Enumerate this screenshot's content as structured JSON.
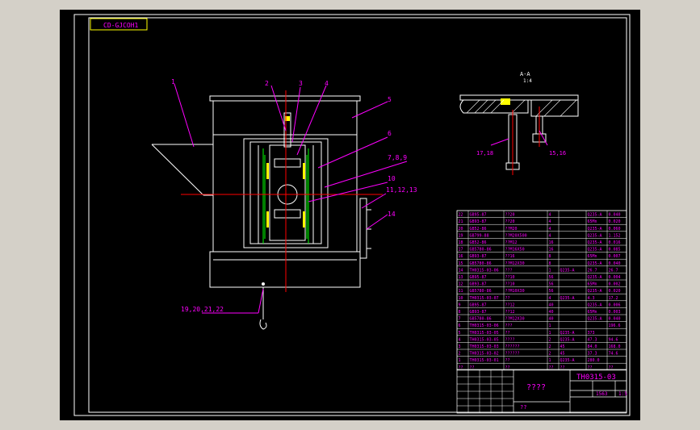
{
  "drawing": {
    "code_label": "CD-GJCOH1",
    "section_label": "A-A",
    "section_scale": "1:4",
    "title_text": "????",
    "drawing_number": "TH0315-03",
    "bottom_small": "??",
    "scale_value": "1:5",
    "weight_value": "1563"
  },
  "callouts": [
    {
      "id": "c1",
      "text": "1"
    },
    {
      "id": "c2",
      "text": "2"
    },
    {
      "id": "c3",
      "text": "3"
    },
    {
      "id": "c4",
      "text": "4"
    },
    {
      "id": "c5",
      "text": "5"
    },
    {
      "id": "c6",
      "text": "6"
    },
    {
      "id": "c789",
      "text": "7,8,9"
    },
    {
      "id": "c10",
      "text": "10"
    },
    {
      "id": "c111213",
      "text": "11,12,13"
    },
    {
      "id": "c14",
      "text": "14"
    },
    {
      "id": "c19",
      "text": "19,20,21,22"
    },
    {
      "id": "c1718",
      "text": "17,18"
    },
    {
      "id": "c1516",
      "text": "15,16"
    }
  ],
  "bom": [
    {
      "no": "22",
      "code": "GB95-87",
      "name": "??20",
      "qty": "4",
      "mat": "",
      "w": "Q235-A",
      "r": "0.040"
    },
    {
      "no": "21",
      "code": "GB93-87",
      "name": "??20",
      "qty": "4",
      "mat": "",
      "w": "65Mn",
      "r": "0.020"
    },
    {
      "no": "20",
      "code": "GB52-86",
      "name": "??M20",
      "qty": "4",
      "mat": "",
      "w": "Q235-A",
      "r": "0.060"
    },
    {
      "no": "19",
      "code": "GB799-88",
      "name": "??M20X500",
      "qty": "4",
      "mat": "",
      "w": "Q235-A",
      "r": "1.152"
    },
    {
      "no": "18",
      "code": "GB52-86",
      "name": "??M12",
      "qty": "16",
      "mat": "",
      "w": "Q235-A",
      "r": "0.016"
    },
    {
      "no": "17",
      "code": "GB5780-86",
      "name": "??M16X50",
      "qty": "16",
      "mat": "",
      "w": "Q235-A",
      "r": "0.085"
    },
    {
      "no": "16",
      "code": "GB93-87",
      "name": "??16",
      "qty": "8",
      "mat": "",
      "w": "65Mn",
      "r": "0.007"
    },
    {
      "no": "15",
      "code": "GB5780-86",
      "name": "??M12X30",
      "qty": "8",
      "mat": "",
      "w": "Q235-A",
      "r": "0.040"
    },
    {
      "no": "14",
      "code": "TH0315-03-06",
      "name": "???",
      "qty": "1",
      "mat": "Q235-A",
      "w": "26.7",
      "r": "26.7"
    },
    {
      "no": "13",
      "code": "GB95-87",
      "name": "??10",
      "qty": "56",
      "mat": "",
      "w": "Q235-A",
      "r": "0.004"
    },
    {
      "no": "12",
      "code": "GB93-87",
      "name": "??10",
      "qty": "56",
      "mat": "",
      "w": "65Mn",
      "r": "0.002"
    },
    {
      "no": "11",
      "code": "GB5780-86",
      "name": "??M10X30",
      "qty": "56",
      "mat": "",
      "w": "Q235-A",
      "r": "0.020"
    },
    {
      "no": "10",
      "code": "TH0315-03-07",
      "name": "??",
      "qty": "4",
      "mat": "Q235-A",
      "w": "4.3",
      "r": "17.2"
    },
    {
      "no": "9",
      "code": "GB95-87",
      "name": "??12",
      "qty": "40",
      "mat": "",
      "w": "Q235-A",
      "r": "0.006"
    },
    {
      "no": "8",
      "code": "GB93-87",
      "name": "??12",
      "qty": "40",
      "mat": "",
      "w": "65Mn",
      "r": "0.003"
    },
    {
      "no": "7",
      "code": "GB5780-86",
      "name": "??M12X30",
      "qty": "40",
      "mat": "",
      "w": "Q235-A",
      "r": "0.040"
    },
    {
      "no": "6",
      "code": "TH0315-03-06",
      "name": "???",
      "qty": "1",
      "mat": "",
      "w": "",
      "r": "196.6"
    },
    {
      "no": "5",
      "code": "TH0315-03-05",
      "name": "??",
      "qty": "1",
      "mat": "Q235-A",
      "w": "373",
      "r": ""
    },
    {
      "no": "4",
      "code": "TH0315-03-05",
      "name": "????",
      "qty": "2",
      "mat": "Q235-A",
      "w": "47.3",
      "r": "94.6"
    },
    {
      "no": "3",
      "code": "TH0315-03-03",
      "name": "??????",
      "qty": "2",
      "mat": "45",
      "w": "84.0",
      "r": "168.0"
    },
    {
      "no": "2",
      "code": "TH0315-03-02",
      "name": "??????",
      "qty": "2",
      "mat": "45",
      "w": "37.3",
      "r": "74.6"
    },
    {
      "no": "1",
      "code": "TH0315-03-01",
      "name": "??",
      "qty": "1",
      "mat": "Q235-A",
      "w": "280.0",
      "r": ""
    }
  ],
  "bom_header": {
    "no": "??",
    "code": "??",
    "name": "??",
    "qty": "??",
    "mat": "??",
    "w": "??",
    "r": "??"
  },
  "colors": {
    "line": "#ffffff",
    "accent": "#ff00ff",
    "center": "#ff0000",
    "dim": "#00ff00",
    "yellow": "#ffff00"
  }
}
